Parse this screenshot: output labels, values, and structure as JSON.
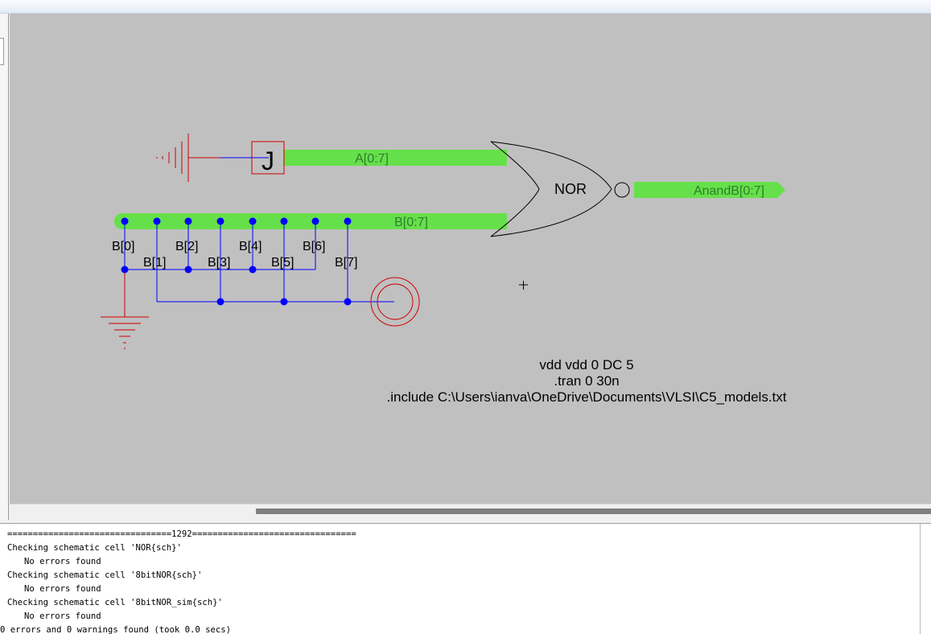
{
  "schematic": {
    "bus_labels": {
      "a": "A[0:7]",
      "b": "B[0:7]",
      "out": "AnandB[0:7]"
    },
    "gate_label": "NOR",
    "port_symbol": "J",
    "wire_labels": [
      "B[0]",
      "B[1]",
      "B[2]",
      "B[3]",
      "B[4]",
      "B[5]",
      "B[6]",
      "B[7]"
    ],
    "spice_text": [
      "vdd vdd 0 DC 5",
      ".tran 0 30n",
      ".include C:\\Users\\ianva\\OneDrive\\Documents\\VLSI\\C5_models.txt"
    ],
    "colors": {
      "background": "#c0c0c0",
      "bus": "#66e04a",
      "wire": "#0000ff",
      "node": "#0000ff",
      "ground": "#d00000",
      "gate_outline": "#000000",
      "bus_text": "#2e7d2e"
    }
  },
  "console": {
    "lines": [
      "================================1292================================",
      "Checking schematic cell 'NOR{sch}'",
      "No errors found",
      "Checking schematic cell '8bitNOR{sch}'",
      "No errors found",
      "Checking schematic cell '8bitNOR_sim{sch}'",
      "No errors found",
      "0 errors and 0 warnings found (took 0.0 secs)"
    ]
  }
}
